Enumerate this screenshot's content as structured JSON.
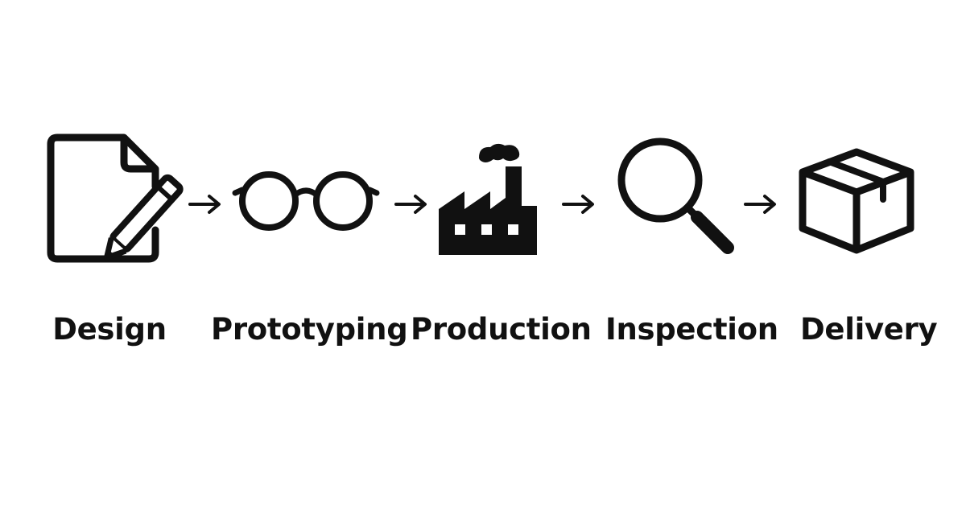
{
  "diagram": {
    "steps": [
      {
        "label": "Design",
        "icon": "document-pencil-icon"
      },
      {
        "label": "Prototyping",
        "icon": "glasses-icon"
      },
      {
        "label": "Production",
        "icon": "factory-icon"
      },
      {
        "label": "Inspection",
        "icon": "magnifier-icon"
      },
      {
        "label": "Delivery",
        "icon": "box-icon"
      }
    ],
    "connector_icon": "arrow-right-icon",
    "colors": {
      "ink": "#111111",
      "background": "#ffffff"
    }
  }
}
